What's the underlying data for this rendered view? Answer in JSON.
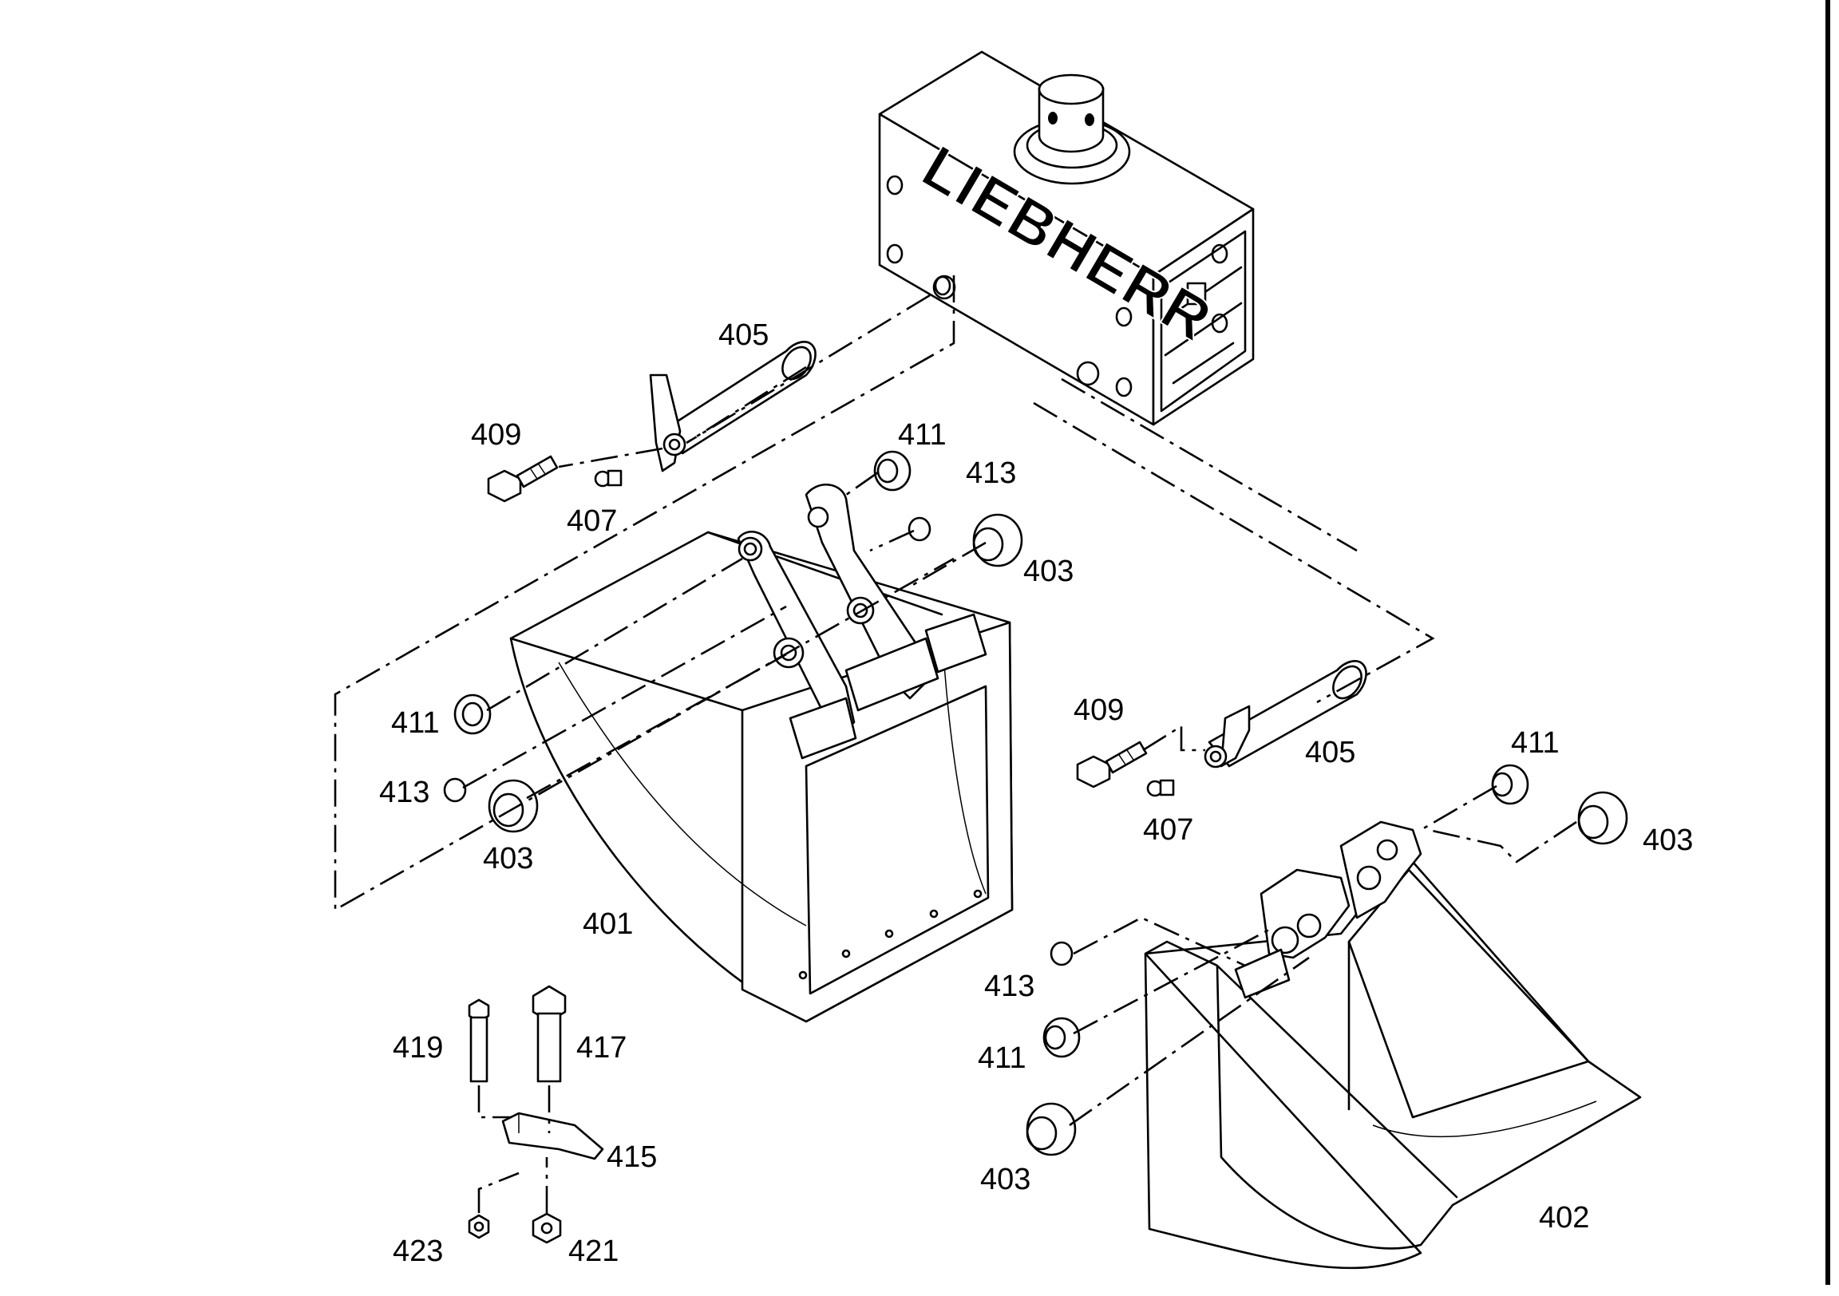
{
  "diagram": {
    "brand_logo_text": "LIEBHERR",
    "callouts": [
      "405",
      "409",
      "407",
      "411",
      "413",
      "403",
      "401",
      "411",
      "413",
      "403",
      "409",
      "405",
      "407",
      "411",
      "403",
      "413",
      "411",
      "403",
      "402",
      "419",
      "417",
      "415",
      "423",
      "421"
    ]
  }
}
